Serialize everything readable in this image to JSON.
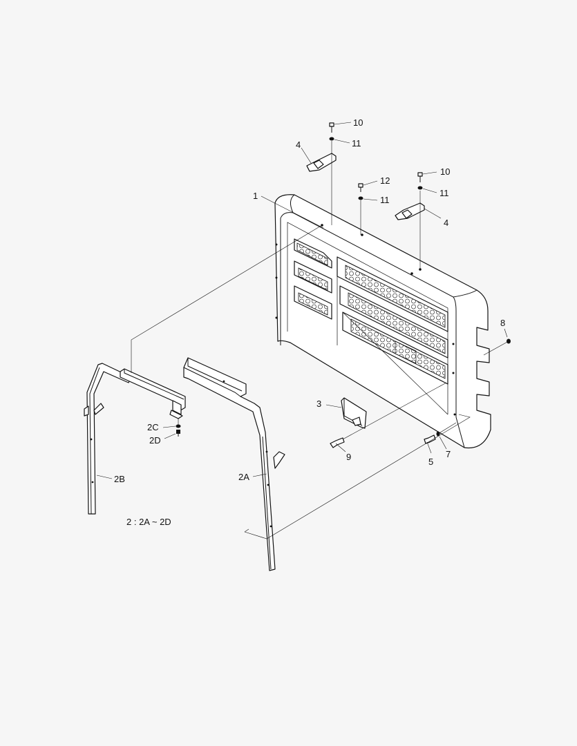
{
  "labels": {
    "p1": "1",
    "p2A": "2A",
    "p2B": "2B",
    "p2C": "2C",
    "p2D": "2D",
    "p3": "3",
    "p4_left": "4",
    "p4_right": "4",
    "p5": "5",
    "p7": "7",
    "p8": "8",
    "p9": "9",
    "p10_left": "10",
    "p10_right": "10",
    "p11_left": "11",
    "p11_mid": "11",
    "p11_right": "11",
    "p12": "12"
  },
  "note": "2 : 2A ~ 2D"
}
